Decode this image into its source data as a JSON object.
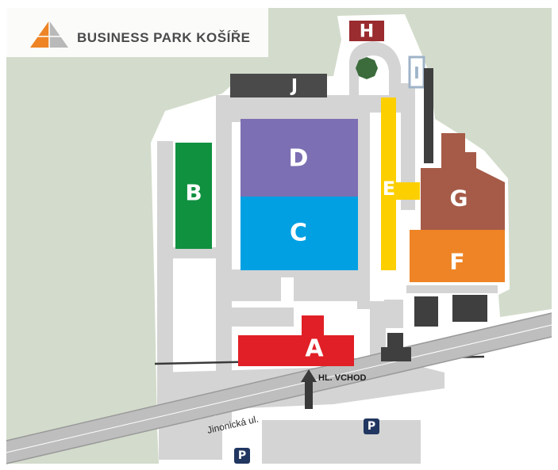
{
  "header": {
    "title": "BUSINESS PARK KOŠÍŘE"
  },
  "colors": {
    "background": "#d3dccc",
    "site": "#ffffff",
    "path": "#d4d4d4",
    "road": "#bebebe",
    "dark_building": "#3f3f3f",
    "A": "#e11f26",
    "B": "#0f9140",
    "C": "#00a0e3",
    "D": "#7d6fb3",
    "E": "#fccf00",
    "F": "#ee8425",
    "G": "#a65b48",
    "H": "#9a2b2f",
    "I": "#9fb3c8",
    "J": "#4a4a4a",
    "parking": "#213660"
  },
  "buildings": {
    "A": "A",
    "B": "B",
    "C": "C",
    "D": "D",
    "E": "E",
    "F": "F",
    "G": "G",
    "H": "H",
    "I": "I",
    "J": "J"
  },
  "labels": {
    "street": "Jinonická ul.",
    "main_entrance": "HL. VCHOD",
    "parking": "P"
  }
}
